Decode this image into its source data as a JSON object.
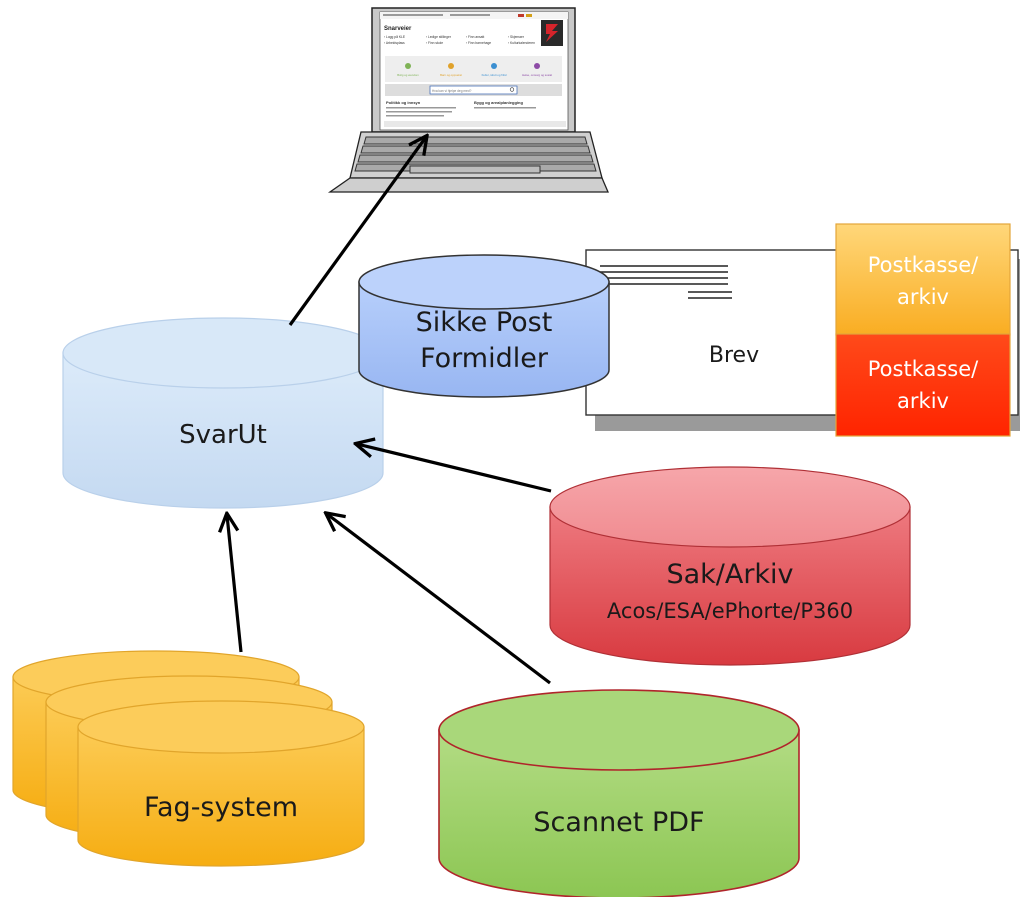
{
  "nodes": {
    "svarut": {
      "label": "SvarUt"
    },
    "sikkepost": {
      "line1": "Sikke Post",
      "line2": "Formidler"
    },
    "sakarkiv": {
      "title": "Sak/Arkiv",
      "subtitle": "Acos/ESA/ePhorte/P360"
    },
    "fagsystem": {
      "label": "Fag-system"
    },
    "scannet": {
      "label": "Scannet PDF"
    },
    "brev": {
      "label": "Brev"
    },
    "postkasse_yellow": {
      "line1": "Postkasse/",
      "line2": "arkiv"
    },
    "postkasse_red": {
      "line1": "Postkasse/",
      "line2": "arkiv"
    }
  },
  "laptop_screen": {
    "heading": "Snarveier",
    "links": [
      "Logg på KLE",
      "Arbeidsplass",
      "Ledige stillinger",
      "Finn skole",
      "Finn ansatt",
      "Finn barnehage",
      "Skjemaer",
      "Kulturkalenderen"
    ],
    "tiles": [
      "Bolig og eiendom",
      "Barn og oppvekst",
      "Kultur, idrett og fritid",
      "Helse, omsorg og sosial"
    ],
    "search_placeholder": "Hva kan vi hjelpe deg med?",
    "section_left": "Politikk og innsyn",
    "section_right": "Bygg og arealplanlegging"
  },
  "colors": {
    "svarut_fill": "#cfe1f6",
    "sikkepost_fill": "#a8c4f7",
    "sakarkiv_fill": "#e04a4f",
    "fagsystem_fill": "#f9bd2c",
    "scannet_fill": "#9fd169",
    "postkasse_yellow": "#f9b938",
    "postkasse_red": "#ff2e00",
    "arrow": "#000000"
  }
}
